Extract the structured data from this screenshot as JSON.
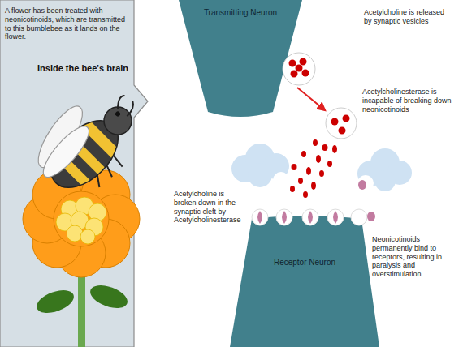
{
  "diagram": {
    "nodes": [
      {
        "text": [
          "A flower has been treated with neonicotinoids, which are transmitted to this bumblebee as it lands on the flower.",
          "Inside the bee's brain"
        ]
      },
      {
        "text": [
          "Transmitting Neuron"
        ]
      },
      {
        "text": [
          "Receptor Neuron"
        ]
      }
    ],
    "labels": [
      "Acetylcholine is released by synaptic vesicles",
      "Acetylcholinesterase is incapable of breaking down neonicotinoids",
      "Acetylcholine is broken down in the synaptic cleft by Acetylcholinesterase",
      "Neonicotinoids permanently bind to receptors, resulting in paralysis and overstimulation"
    ]
  }
}
